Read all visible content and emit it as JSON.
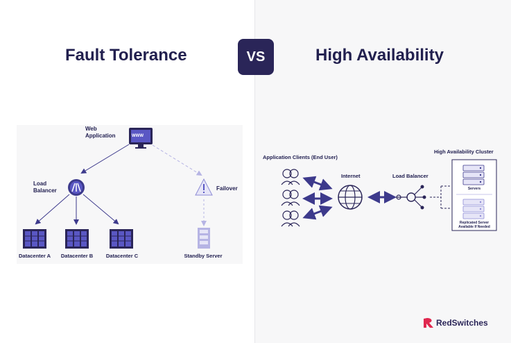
{
  "header": {
    "left_title": "Fault Tolerance",
    "vs_label": "VS",
    "right_title": "High Availability"
  },
  "fault_tolerance": {
    "web_app_label": "Web\nApplication",
    "monitor_text": "WWW",
    "load_balancer_label": "Load\nBalancer",
    "failover_label": "Failover",
    "datacenters": [
      "Datacenter A",
      "Datacenter B",
      "Datacenter C"
    ],
    "standby_label": "Standby Server"
  },
  "high_availability": {
    "clients_label": "Application Clients (End User)",
    "internet_label": "Internet",
    "load_balancer_label": "Load Balancer",
    "cluster_label": "High Availability Cluster",
    "servers_label": "Servers",
    "replicated_label": "Replicated Server\nAvailable If Needed"
  },
  "brand": {
    "name": "RedSwitches"
  },
  "colors": {
    "navy": "#2a2558",
    "primary": "#3d3a8c",
    "accent": "#5a57c4",
    "brand_red": "#e0284f"
  }
}
